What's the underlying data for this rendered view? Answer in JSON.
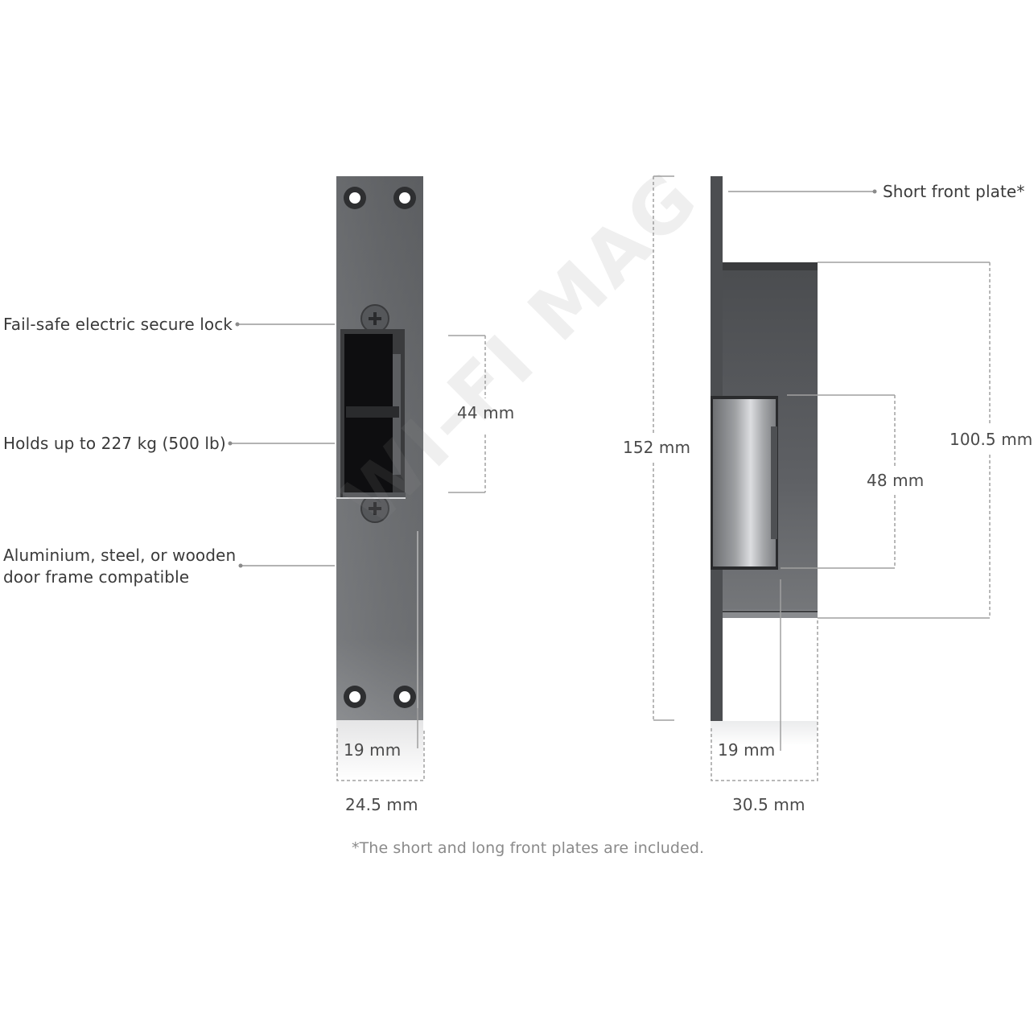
{
  "callouts": {
    "fail_safe": "Fail-safe electric secure lock",
    "holds": "Holds up to 227 kg (500 lb)",
    "frame_line1": "Aluminium, steel, or wooden",
    "frame_line2": "door frame compatible",
    "short_plate": "Short front plate*"
  },
  "dimensions": {
    "strike_width": "24.5 mm",
    "strike_depth": "19 mm",
    "keeper_height": "44 mm",
    "plate_height": "152 mm",
    "body_height": "100.5 mm",
    "latch_height": "48 mm",
    "side_depth": "19 mm",
    "body_depth": "30.5 mm"
  },
  "footnote": "*The short and long front plates are included.",
  "watermark": "WI-FI MAG",
  "colors": {
    "metal_dark": "#4a4c4f",
    "metal_mid": "#6e7073",
    "metal_light": "#9a9c9f",
    "line": "#9a9a9a",
    "text": "#3c3c3c"
  }
}
